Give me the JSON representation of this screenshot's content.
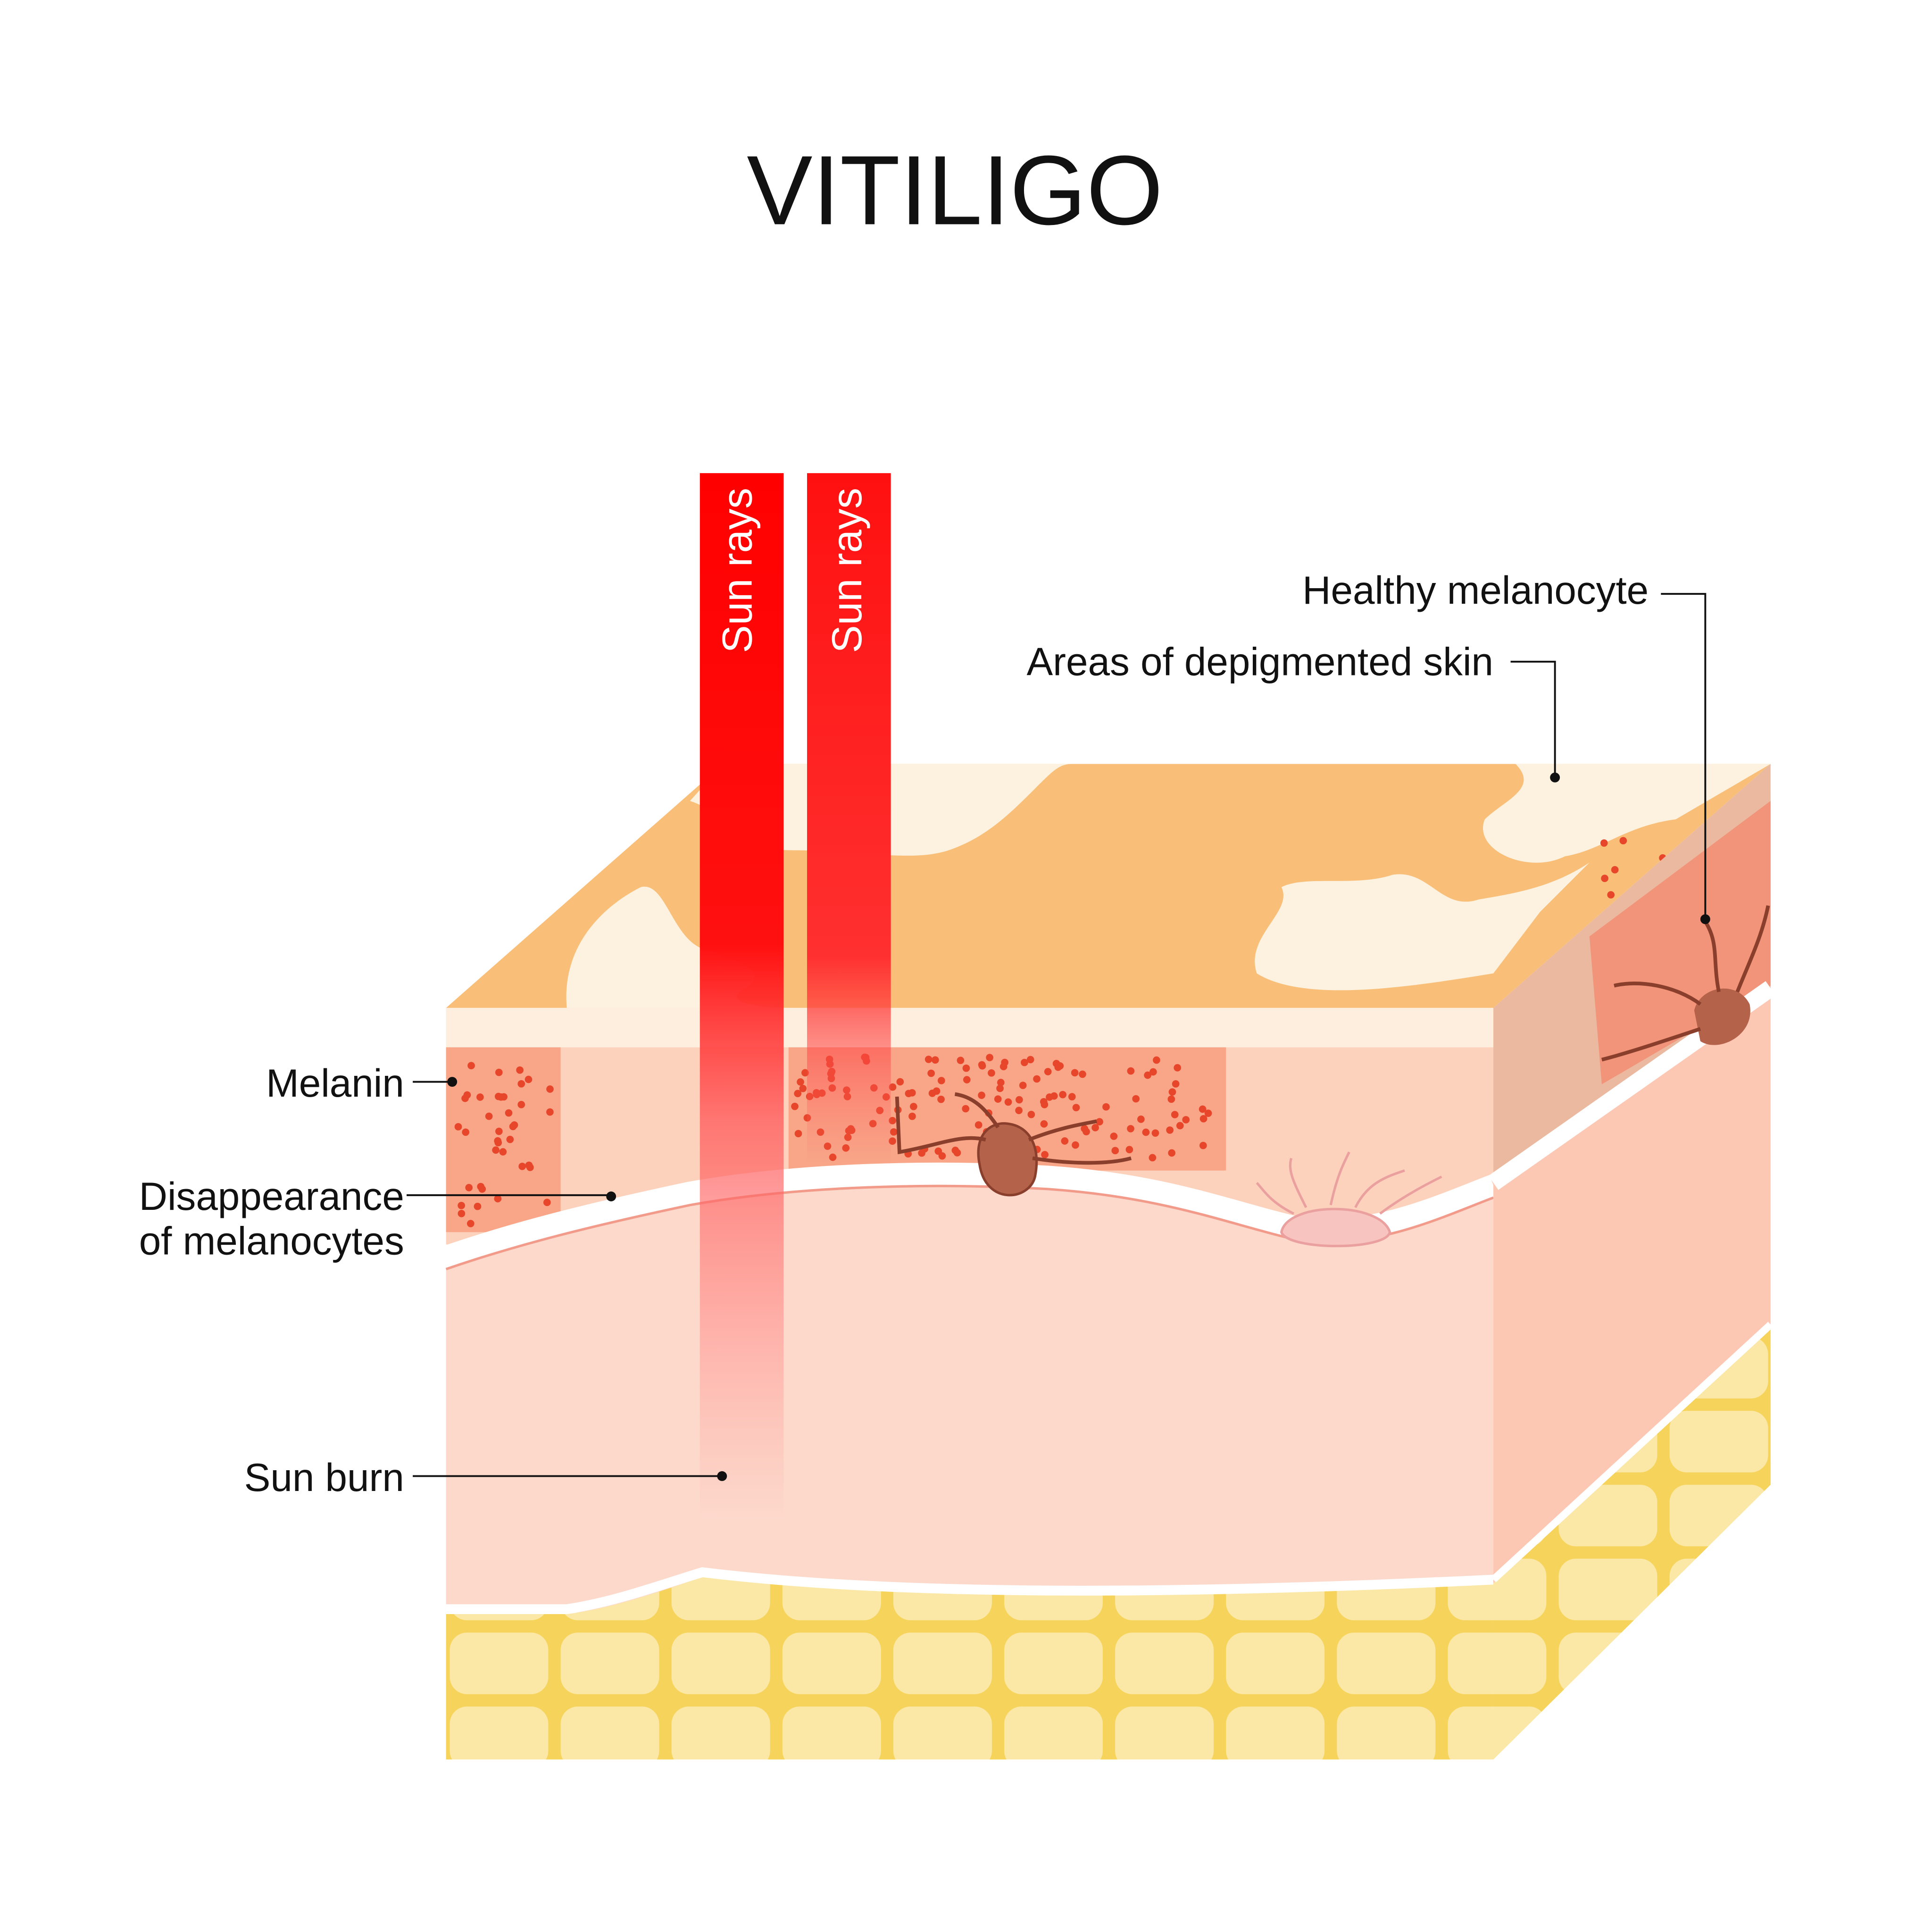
{
  "title": "VITILIGO",
  "rays": [
    {
      "label": "Sun rays"
    },
    {
      "label": "Sun rays"
    }
  ],
  "labels": {
    "healthy_melanocyte": "Healthy melanocyte",
    "depigmented": "Areas of depigmented skin",
    "melanin": "Melanin",
    "disappearance_line1": "Disappearance",
    "disappearance_line2": "of melanocytes",
    "sun_burn": "Sun burn"
  },
  "colors": {
    "ray": "#ff0000",
    "pigmented_skin": "#f9bf78",
    "depigmented_skin": "#fdf1e0",
    "dermis": "#fdd9cc",
    "fat": "#f8e08a",
    "melanin": "#e8462a",
    "melanocyte": "#b5624a"
  }
}
